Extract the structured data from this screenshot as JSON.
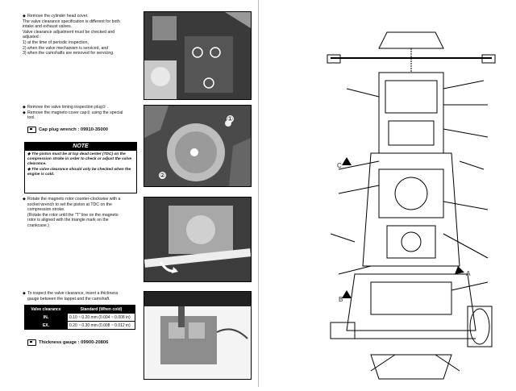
{
  "step1": {
    "lines": [
      "Remove the cylinder head cover.",
      "The valve clearance specification is different for both",
      "intake and exhaust valves.",
      "Valve clearance adjustment must be checked and",
      "adjusted :",
      "1) at the time of periodic inspection,",
      "2) when the valve mechanism is serviced, and",
      "3) when the camshafts are removed for servicing."
    ]
  },
  "step2": {
    "lines": [
      "Remove the valve timing inspection plug① .",
      "Remove the magneto cover cap②  using the special",
      "tool."
    ],
    "tool": "Cap plug wrench : 09910-35000"
  },
  "note": {
    "title": "NOTE",
    "items": [
      "The piston must be at top dead center (TDC) on the compression stroke in order to check or adjust the valve clearance.",
      "The valve clearance should only be checked when the engine is cold."
    ]
  },
  "step3": {
    "lines": [
      "Rotate the magneto rotor counter-clockwise with a",
      "socket wrench to set the piston at TDC on the",
      "compression stroke.",
      "(Rotate the rotor until the \"T\" line on the magneto",
      "rotor is aligned with the triangle mark on the",
      "crankcase.)"
    ]
  },
  "step4": {
    "lines": [
      "To inspect the valve clearance, insert a thickness",
      "gauge between the tappet and the camshaft."
    ],
    "table": {
      "headers": [
        "Valve clearance",
        "Standard (When cold)"
      ],
      "rows": [
        {
          "label": "IN.",
          "value": "0.10 ~ 0.20 mm (0.004 ~ 0.008 in)"
        },
        {
          "label": "EX.",
          "value": "0.20 ~ 0.30 mm (0.008 ~ 0.012 in)"
        }
      ]
    },
    "tool": "Thickness gauge : 09900-20806"
  },
  "photo_callouts": {
    "c1": "①",
    "c2": "②"
  },
  "diagram": {
    "label_a": "A",
    "label_b": "B",
    "label_c": "C"
  }
}
